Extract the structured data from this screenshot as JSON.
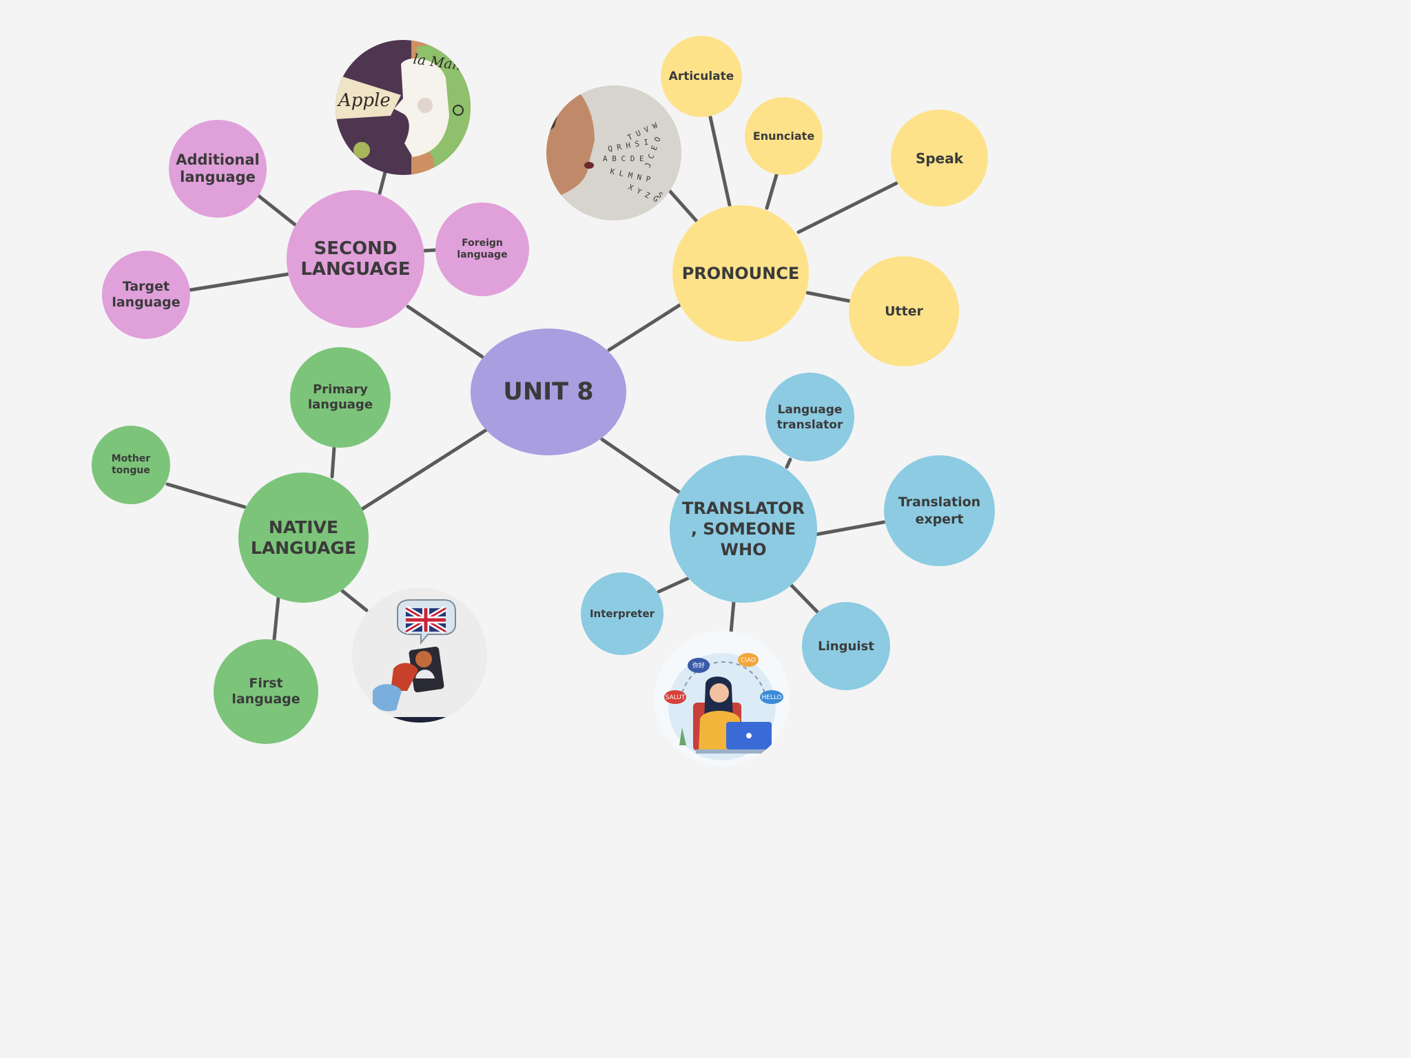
{
  "colors": {
    "background": "#f4f4f4",
    "link": "#5b5b5b",
    "center": "#a89ee0",
    "pink": "#e0a0da",
    "yellow": "#fde28a",
    "green": "#7cc47a",
    "blue": "#8ccbe2",
    "text": "#3a3a3a"
  },
  "center": {
    "label": "UNIT 8"
  },
  "second_language": {
    "label": "SECOND\nLANGUAGE",
    "additional": "Additional\nlanguage",
    "target": "Target\nlanguage",
    "foreign": "Foreign\nlanguage",
    "image": {
      "icon": "speech-profile-image",
      "text_apple": "Apple",
      "text_manzana": "la Manzana"
    }
  },
  "pronounce": {
    "label": "PRONOUNCE",
    "articulate": "Articulate",
    "enunciate": "Enunciate",
    "speak": "Speak",
    "utter": "Utter",
    "image": {
      "icon": "speaking-letters-image"
    }
  },
  "native_language": {
    "label": "NATIVE\nLANGUAGE",
    "primary": "Primary\nlanguage",
    "mother": "Mother\ntongue",
    "first": "First\nlanguage",
    "image": {
      "icon": "phone-flag-image"
    }
  },
  "translator": {
    "label": "TRANSLATOR\n, SOMEONE\nWHO",
    "language_translator": "Language\ntranslator",
    "expert": "Translation\nexpert",
    "interpreter": "Interpreter",
    "linguist": "Linguist",
    "image": {
      "icon": "translator-laptop-image",
      "bubble_ni": "你好",
      "bubble_ciao": "CIAO",
      "bubble_salut": "SALUT",
      "bubble_hello": "HELLO"
    }
  }
}
